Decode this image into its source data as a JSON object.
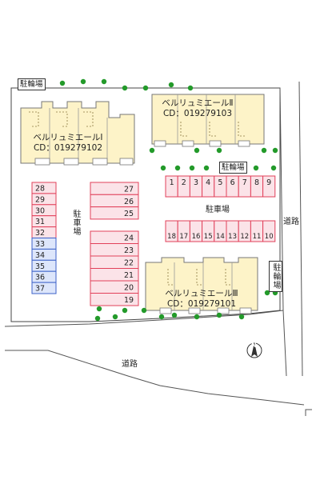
{
  "colors": {
    "building_fill": "#fdf3c8",
    "building_stroke": "#777777",
    "parking_red": "#e2405a",
    "parking_blue": "#3d62c8",
    "parking_red_fill": "#fbe3e8",
    "parking_blue_fill": "#dde6fb",
    "tree": "#239a2a",
    "road_line": "#555555"
  },
  "labels": {
    "bike_parking": "駐輪場",
    "parking": "駐車場",
    "road": "道路"
  },
  "buildings": [
    {
      "name": "ベルリュミエールⅠ",
      "code": "CD：019279102"
    },
    {
      "name": "ベルリュミエールⅡ",
      "code": "CD：019279103"
    },
    {
      "name": "ベルリュミエールⅢ",
      "code": "CD：019279101"
    }
  ],
  "parking": {
    "left_column": [
      {
        "no": "28",
        "kind": "red"
      },
      {
        "no": "29",
        "kind": "red"
      },
      {
        "no": "30",
        "kind": "red"
      },
      {
        "no": "31",
        "kind": "red"
      },
      {
        "no": "32",
        "kind": "red"
      },
      {
        "no": "33",
        "kind": "blue"
      },
      {
        "no": "34",
        "kind": "blue"
      },
      {
        "no": "35",
        "kind": "blue"
      },
      {
        "no": "36",
        "kind": "blue"
      },
      {
        "no": "37",
        "kind": "blue"
      }
    ],
    "middle_upper": [
      "27",
      "26",
      "25"
    ],
    "middle_lower": [
      "24",
      "23",
      "22",
      "21",
      "20",
      "19"
    ],
    "top_row": [
      "1",
      "2",
      "3",
      "4",
      "5",
      "6",
      "7",
      "8",
      "9"
    ],
    "bottom_row": [
      "18",
      "17",
      "16",
      "15",
      "14",
      "13",
      "12",
      "11",
      "10"
    ]
  },
  "compass": {
    "letter": "N"
  }
}
